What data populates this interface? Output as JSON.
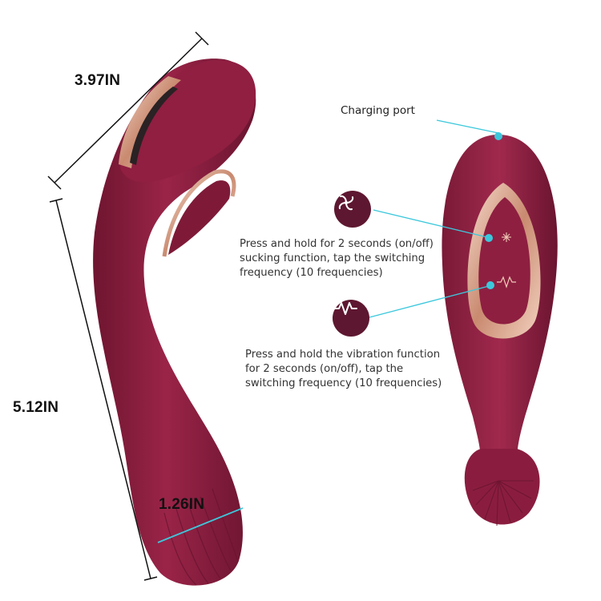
{
  "dimensions": {
    "length_top": "3.97IN",
    "height": "5.12IN",
    "width_bottom": "1.26IN"
  },
  "callouts": {
    "charging_port": "Charging port",
    "sucking": {
      "icon": "fan-swirl-icon",
      "lines": [
        "Press and hold for 2 seconds (on/off)",
        "sucking function, tap the switching",
        "frequency (10 frequencies)"
      ]
    },
    "vibration": {
      "icon": "vibration-wave-icon",
      "lines": [
        "Press and hold the vibration function",
        "for 2 seconds (on/off), tap the",
        "switching frequency (10 frequencies)"
      ]
    }
  },
  "colors": {
    "body": "#8a1d3f",
    "body_dark": "#5e1730",
    "accent_rose_gold": "#e8b9a3",
    "leader_line": "#3cc8dc",
    "dim_line": "#111111"
  }
}
